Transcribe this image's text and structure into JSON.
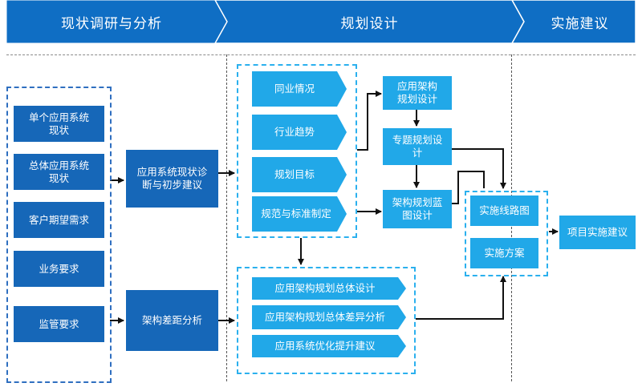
{
  "phases": [
    "现状调研与分析",
    "规划设计",
    "实施建议"
  ],
  "research_items": [
    "单个应用系统\n现状",
    "总体应用系统\n现状",
    "客户期望需求",
    "业务要求",
    "监管要求"
  ],
  "analysis_boxes": {
    "current_status": "应用系统现状诊\n断与初步建议",
    "gap_analysis": "架构差距分析"
  },
  "input_items": [
    "同业情况",
    "行业趋势",
    "规划目标",
    "规范与标准制定"
  ],
  "design_boxes": {
    "app_arch": "应用架构\n规划设计",
    "topic_plan": "专题规划设\n计",
    "blueprint": "架构规划蓝\n图设计"
  },
  "overall_items": [
    "应用架构规划总体设计",
    "应用架构规划总体差异分析",
    "应用系统优化提升建议"
  ],
  "implementation_items": [
    "实施线路图",
    "实施方案"
  ],
  "final_box": "项目实施建议",
  "colors": {
    "dark_blue": "#1667b8",
    "cyan": "#21a8e8",
    "banner": "#0f6ec4"
  }
}
